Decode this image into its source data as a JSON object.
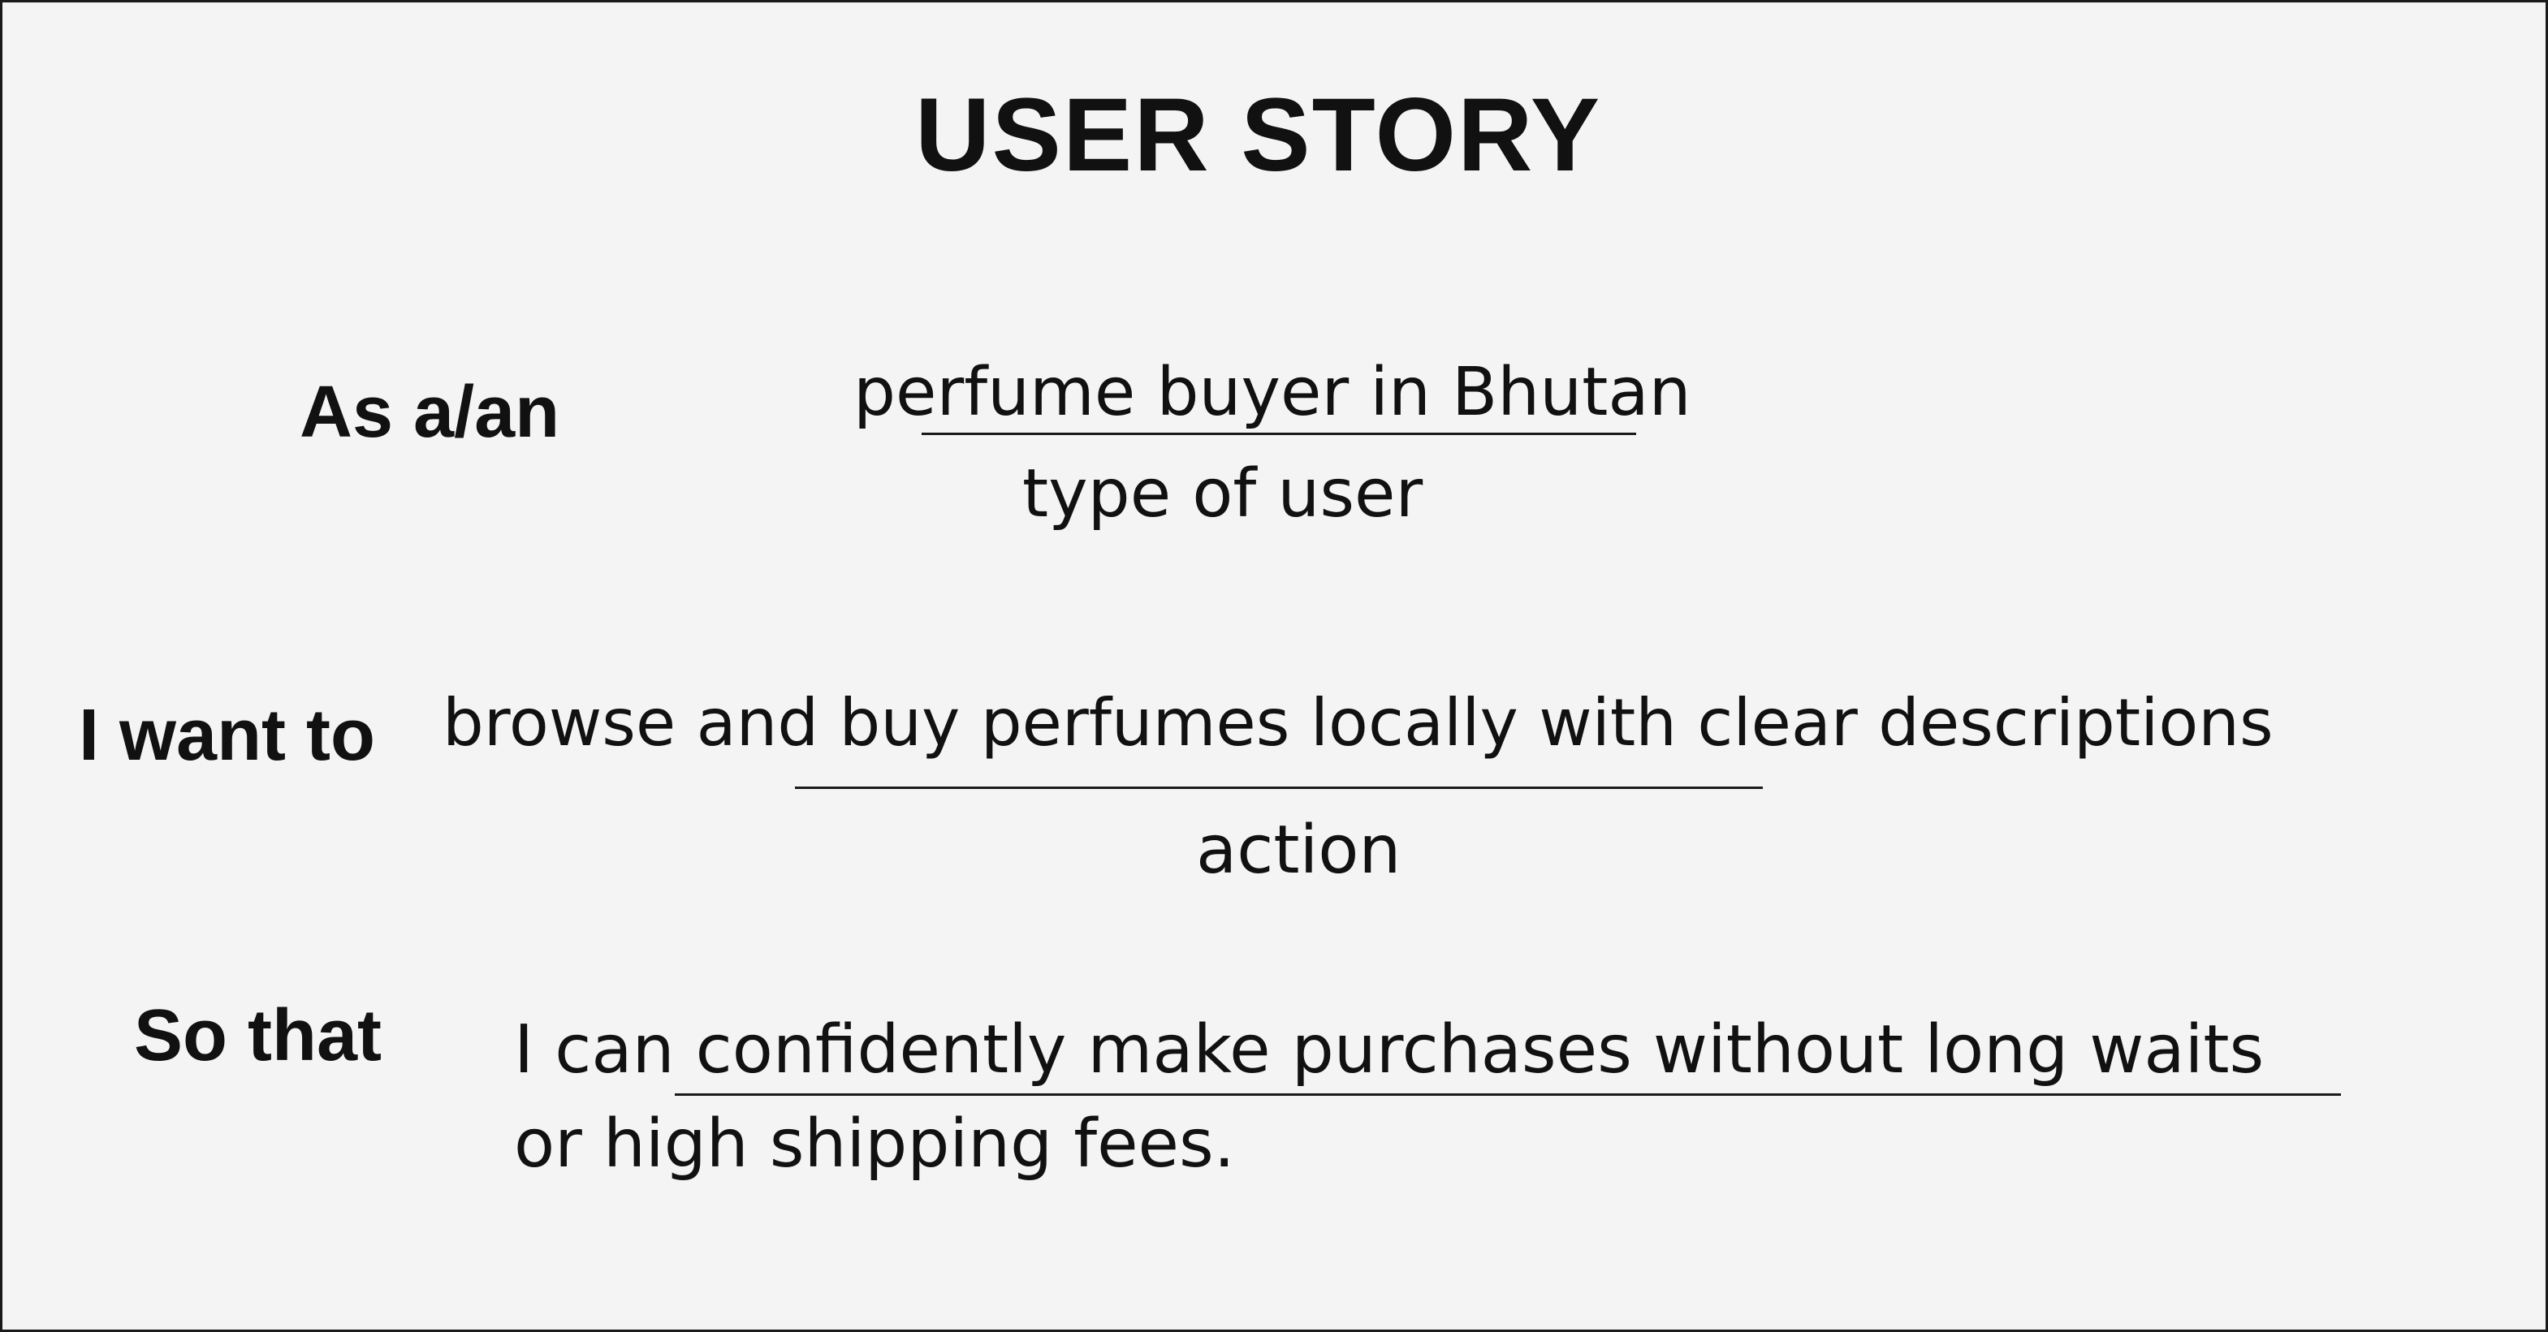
{
  "title": "USER STORY",
  "rows": [
    {
      "label": "As a/an",
      "value": "perfume buyer in Bhutan",
      "caption": "type of user"
    },
    {
      "label": "I want to",
      "value": "browse and buy perfumes locally with clear descriptions",
      "caption": "action"
    },
    {
      "label": "So that",
      "value_line1": "I can confidently make purchases without long waits",
      "value_line2": "or high shipping fees."
    }
  ]
}
